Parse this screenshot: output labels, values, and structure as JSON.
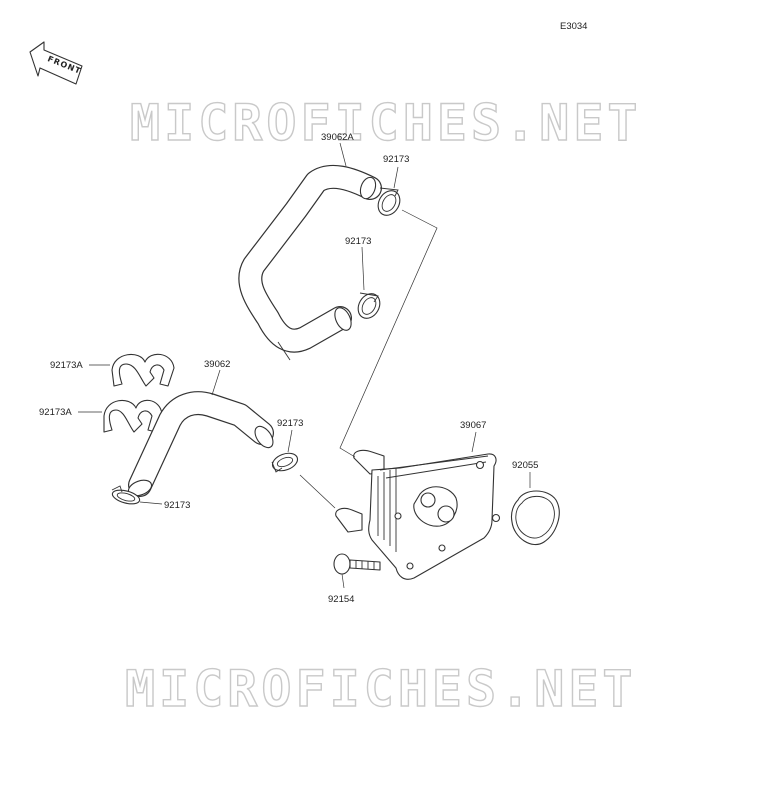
{
  "diagram_code": "E3034",
  "front_label": "FRONT",
  "watermark_top": "MICROFICHES.NET",
  "watermark_bottom": "MICROFICHES.NET",
  "parts": {
    "hose_upper": "39062A",
    "clamp_1": "92173",
    "clamp_2": "92173",
    "clip_upper": "92173A",
    "hose_lower": "39062",
    "clip_lower": "92173A",
    "clamp_3": "92173",
    "clamp_4": "92173",
    "oil_cooler": "39067",
    "o_ring": "92055",
    "bolt": "92154"
  }
}
